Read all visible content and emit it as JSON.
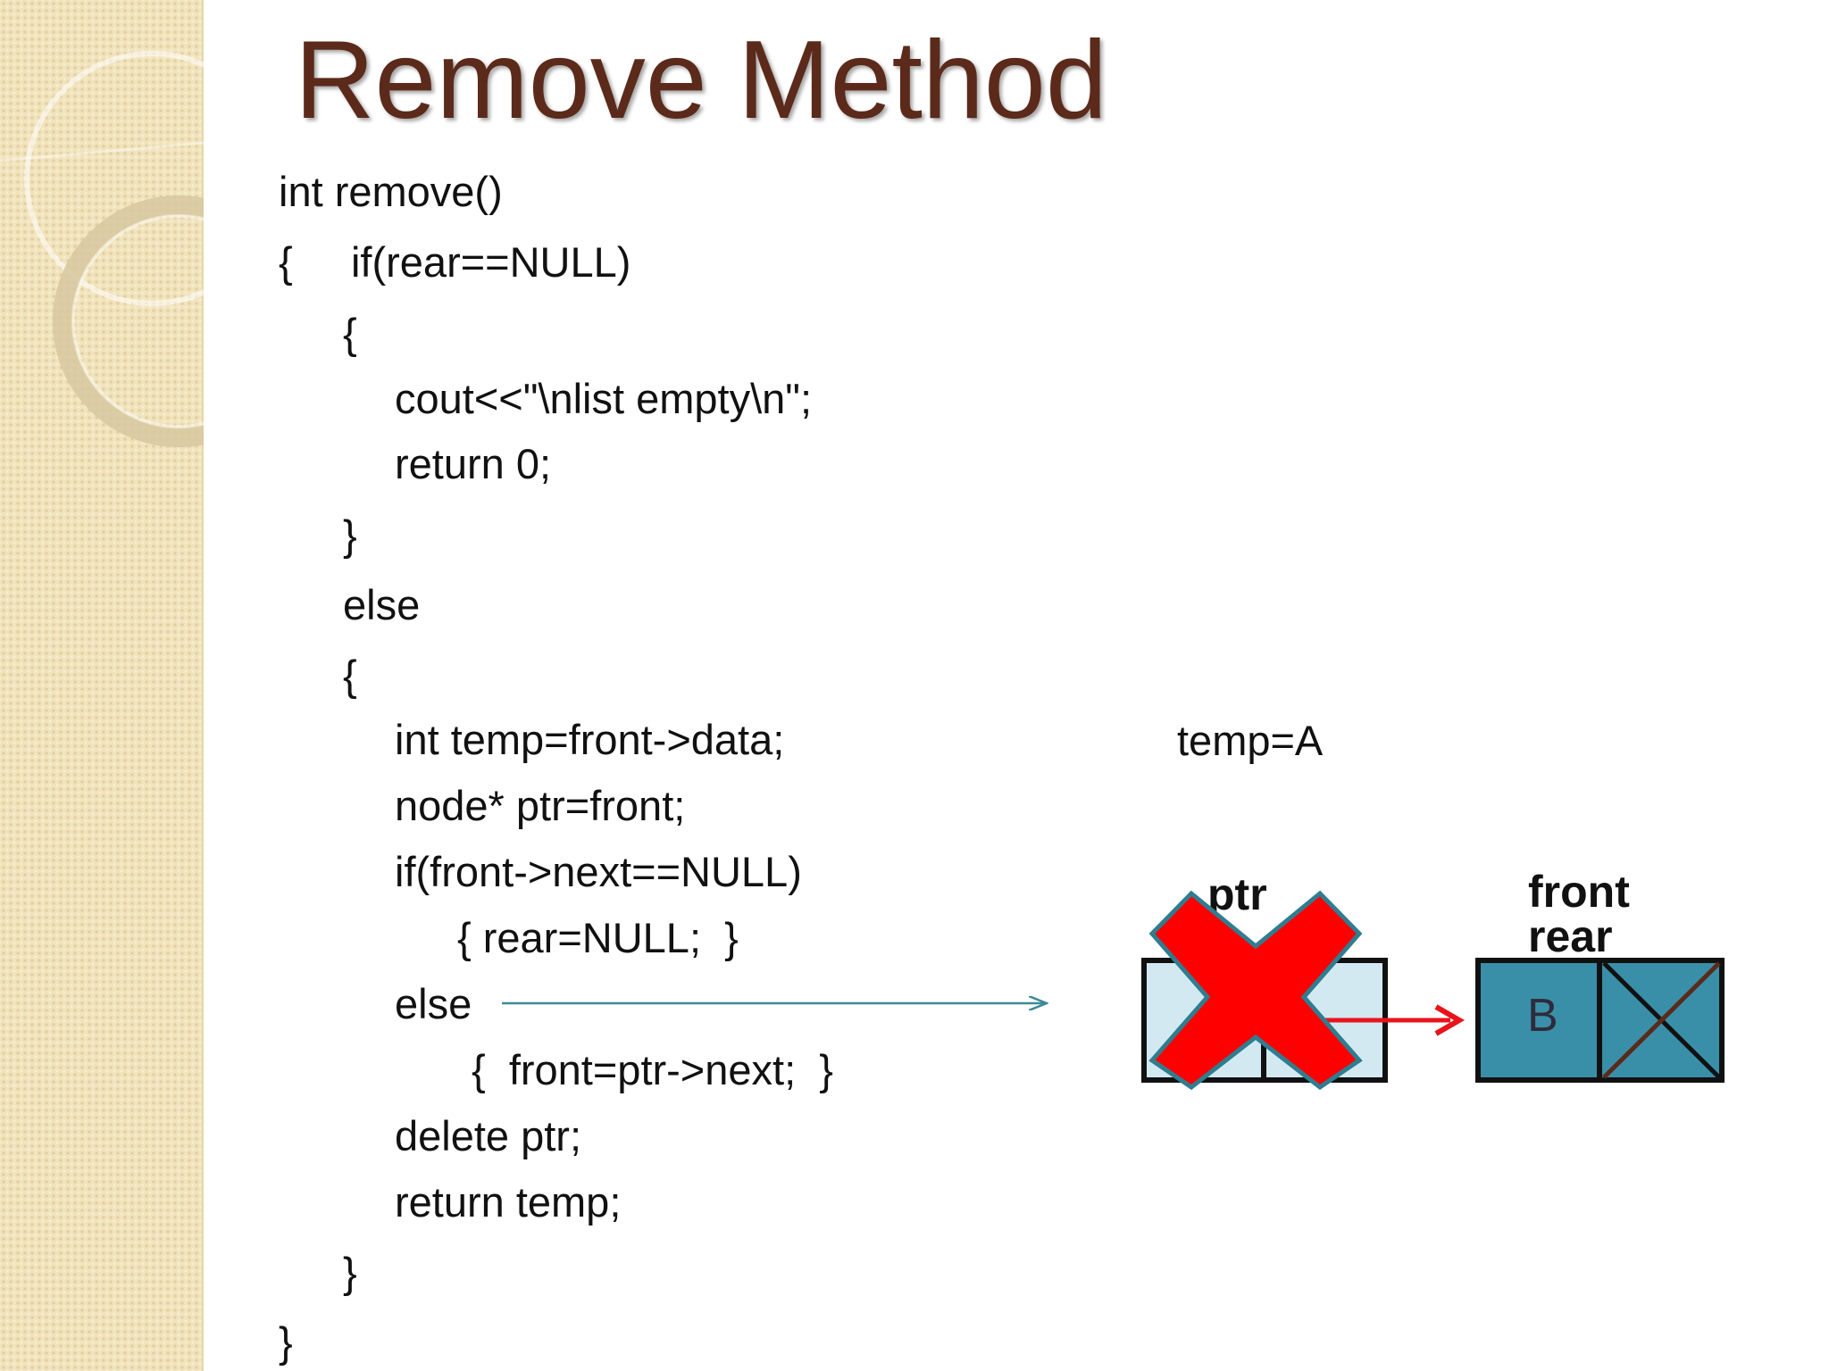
{
  "slide": {
    "title": "Remove Method",
    "code_lines": [
      "int remove()",
      "{     if(rear==NULL)",
      "{",
      "cout<<\"\\nlist empty\\n\";",
      "return 0;",
      "}",
      "else",
      "{",
      "int temp=front->data;",
      "node* ptr=front;",
      "if(front->next==NULL)",
      "{ rear=NULL;  }",
      "else",
      "{  front=ptr->next;  }",
      "delete ptr;",
      "return temp;",
      "}",
      "}"
    ]
  },
  "diagram": {
    "temp_label": "temp=A",
    "ptr_label": "ptr",
    "front_label": "front",
    "rear_label": "rear",
    "node_b_value": "B"
  },
  "colors": {
    "title": "#5b2a1a",
    "side_panel": "#f1e3bc",
    "deleted_node_fill": "#d3e9f2",
    "node_fill": "#3a8fa8",
    "x_mark": "#ff0000",
    "x_mark_outline": "#2f7d8f",
    "pointer_arrow": "#e8141b",
    "code_arrow": "#3c8a95"
  }
}
